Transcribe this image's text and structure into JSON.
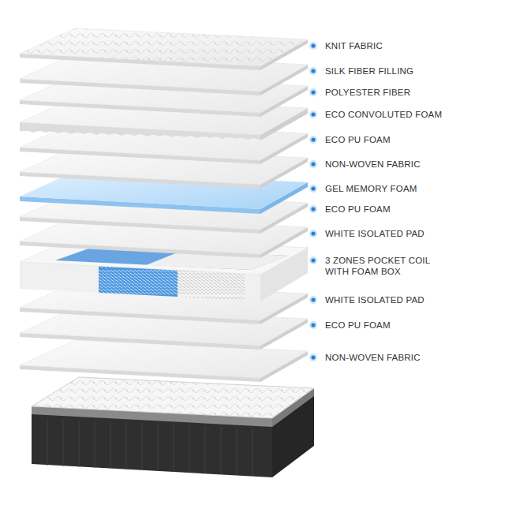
{
  "diagram": {
    "labels": [
      "KNIT FABRIC",
      "SILK FIBER FILLING",
      "POLYESTER FIBER",
      "ECO CONVOLUTED FOAM",
      "ECO PU FOAM",
      "NON-WOVEN FABRIC",
      "GEL MEMORY FOAM",
      "ECO PU FOAM",
      "WHITE ISOLATED PAD",
      "3 ZONES POCKET COIL WITH FOAM BOX",
      "WHITE ISOLATED PAD",
      "ECO PU FOAM",
      "NON-WOVEN FABRIC"
    ]
  }
}
